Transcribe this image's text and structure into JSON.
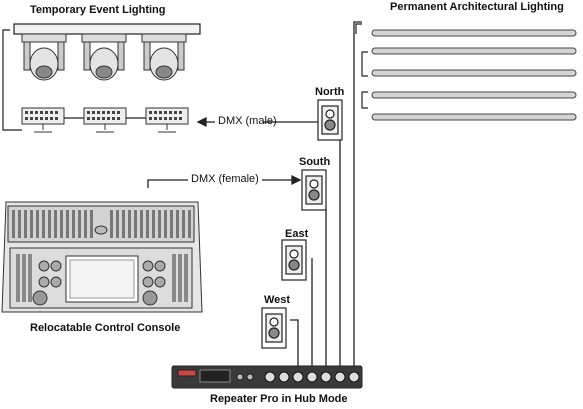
{
  "labels": {
    "temporary": "Temporary Event Lighting",
    "permanent": "Permanent Architectural Lighting",
    "north": "North",
    "south": "South",
    "east": "East",
    "west": "West",
    "dmx_male": "DMX (male)",
    "dmx_female": "DMX (female)",
    "console": "Relocatable Control Console",
    "repeater": "Repeater Pro in Hub Mode"
  },
  "colors": {
    "line": "#222222",
    "fixture": "#d9d9d9",
    "fixture_dark": "#555555",
    "tube": "#cfcfcf"
  }
}
